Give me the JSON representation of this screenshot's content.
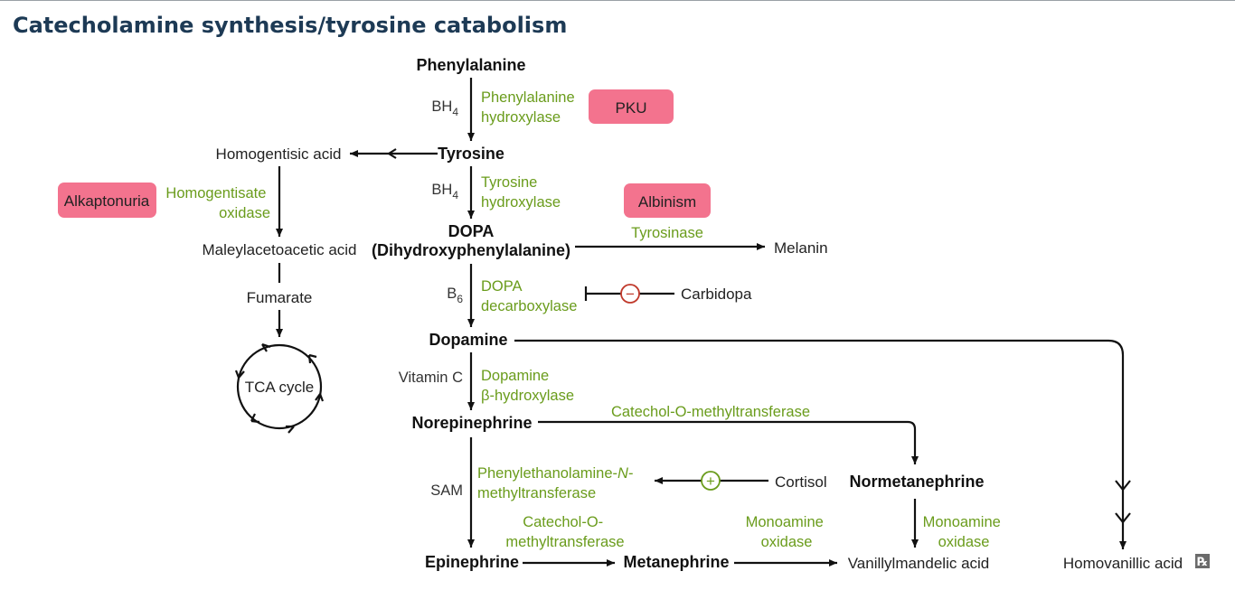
{
  "title": "Catecholamine synthesis/tyrosine catabolism",
  "colors": {
    "title": "#1d3a55",
    "enzyme": "#6a9c1c",
    "disease_badge": "#f3738e",
    "inhibit": "#c0392b",
    "stimulate": "#6a9c1c"
  },
  "compounds": {
    "phenylalanine": "Phenylalanine",
    "tyrosine": "Tyrosine",
    "dopa": "DOPA",
    "dopa_full": "(Dihydroxyphenylalanine)",
    "dopamine": "Dopamine",
    "norepinephrine": "Norepinephrine",
    "epinephrine": "Epinephrine",
    "metanephrine": "Metanephrine",
    "normetanephrine": "Normetanephrine",
    "vanillylmandelic_acid": "Vanillylmandelic acid",
    "homovanillic_acid": "Homovanillic acid",
    "homogentisic_acid": "Homogentisic acid",
    "maleylacetoacetic_acid": "Maleylacetoacetic acid",
    "fumarate": "Fumarate",
    "tca_cycle": "TCA cycle",
    "melanin": "Melanin"
  },
  "enzymes": {
    "phenylalanine_hydroxylase": [
      "Phenylalanine",
      "hydroxylase"
    ],
    "tyrosine_hydroxylase": [
      "Tyrosine",
      "hydroxylase"
    ],
    "dopa_decarboxylase": [
      "DOPA",
      "decarboxylase"
    ],
    "dopamine_b_hydroxylase": [
      "Dopamine",
      "β-hydroxylase"
    ],
    "pnmt_line1": "Phenylethanolamine-",
    "pnmt_italic": "N",
    "pnmt_dash": "-",
    "pnmt_line2": "methyltransferase",
    "comt_upper": "Catechol-O-methyltransferase",
    "comt_lower": [
      "Catechol-O-",
      "methyltransferase"
    ],
    "mao_left": [
      "Monoamine",
      "oxidase"
    ],
    "mao_right": [
      "Monoamine",
      "oxidase"
    ],
    "homogentisate_oxidase": [
      "Homogentisate",
      "oxidase"
    ],
    "tyrosinase": "Tyrosinase"
  },
  "cofactors": {
    "bh4_1": {
      "base": "BH",
      "sub": "4"
    },
    "bh4_2": {
      "base": "BH",
      "sub": "4"
    },
    "b6": {
      "base": "B",
      "sub": "6"
    },
    "vitamin_c": "Vitamin C",
    "sam": "SAM"
  },
  "regulators": {
    "carbidopa": "Carbidopa",
    "carbidopa_sign": "−",
    "cortisol": "Cortisol",
    "cortisol_sign": "+"
  },
  "diseases": {
    "pku": "PKU",
    "albinism": "Albinism",
    "alkaptonuria": "Alkaptonuria"
  },
  "footer_icon": "rx-icon",
  "footer_icon_text": "℞"
}
